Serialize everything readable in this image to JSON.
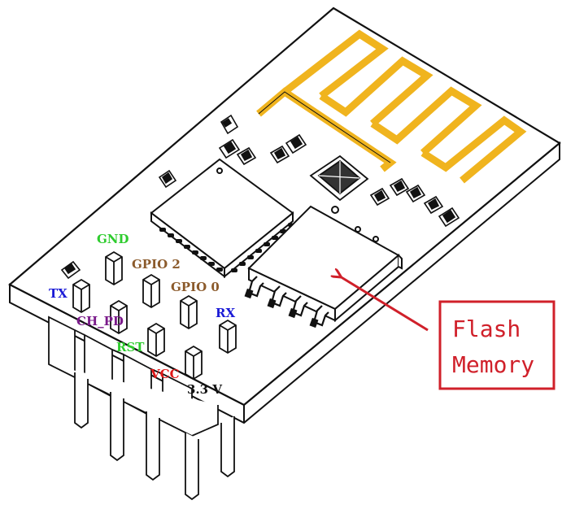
{
  "diagram": {
    "pin_labels": [
      {
        "id": "gnd",
        "text": "GND",
        "color": "#2ecc2e"
      },
      {
        "id": "gpio2",
        "text": "GPIO 2",
        "color": "#8b5a2b"
      },
      {
        "id": "gpio0",
        "text": "GPIO 0",
        "color": "#8b5a2b"
      },
      {
        "id": "tx",
        "text": "TX",
        "color": "#1a1ad6"
      },
      {
        "id": "chpd",
        "text": "CH_PD",
        "color": "#7a1a8a"
      },
      {
        "id": "rx",
        "text": "RX",
        "color": "#1a1ad6"
      },
      {
        "id": "rst",
        "text": "RST",
        "color": "#2ecc2e"
      },
      {
        "id": "vcc",
        "text": "VCC",
        "color": "#e01818"
      },
      {
        "id": "v33",
        "text": "3.3 V",
        "color": "#111111"
      }
    ],
    "callout": {
      "line1": "Flash",
      "line2": "Memory",
      "color": "#d0202a"
    },
    "colors": {
      "antenna": "#f0b41e",
      "outline": "#111111",
      "board": "#ffffff"
    }
  }
}
